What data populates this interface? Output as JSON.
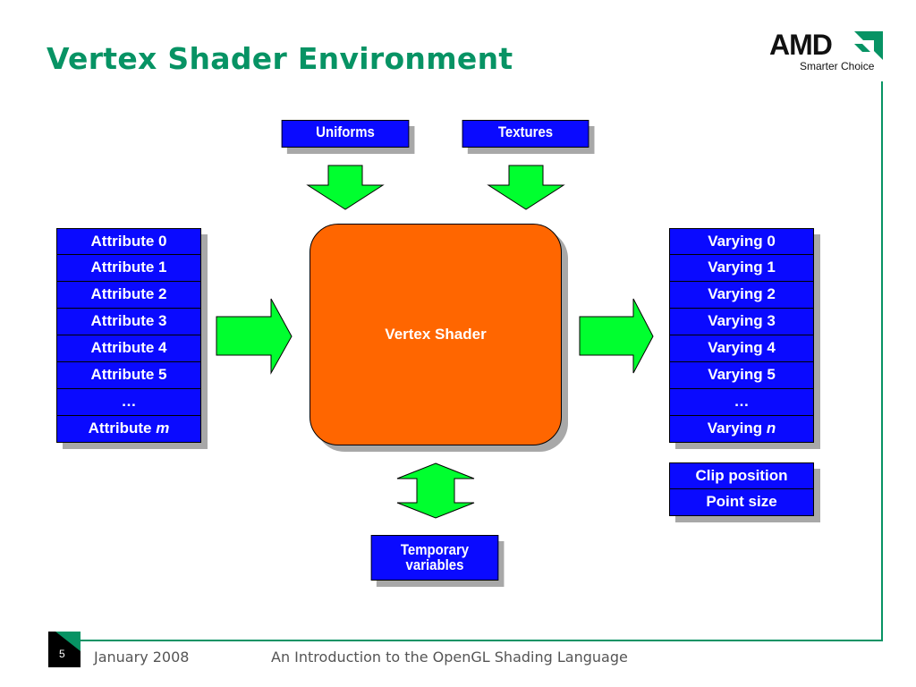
{
  "title": "Vertex Shader Environment",
  "logo": {
    "word": "AMD",
    "tagline": "Smarter Choice",
    "icon": "amd-arrow-logo"
  },
  "colors": {
    "accent": "#079364",
    "box": "#0a0aff",
    "shader": "#ff6600",
    "arrow": "#00ff2f"
  },
  "inputs_top": [
    "Uniforms",
    "Textures"
  ],
  "attributes": [
    "Attribute 0",
    "Attribute 1",
    "Attribute 2",
    "Attribute 3",
    "Attribute 4",
    "Attribute 5",
    "…"
  ],
  "attribute_last": {
    "prefix": "Attribute ",
    "var": "m"
  },
  "shader_label": "Vertex Shader",
  "varyings": [
    "Varying 0",
    "Varying 1",
    "Varying 2",
    "Varying 3",
    "Varying 4",
    "Varying 5",
    "…"
  ],
  "varying_last": {
    "prefix": "Varying ",
    "var": "n"
  },
  "builtin_outputs": [
    "Clip position",
    "Point size"
  ],
  "temporary": [
    "Temporary",
    "variables"
  ],
  "footer": {
    "slide_number": "5",
    "date": "January 2008",
    "presentation": "An Introduction to the OpenGL Shading Language"
  }
}
